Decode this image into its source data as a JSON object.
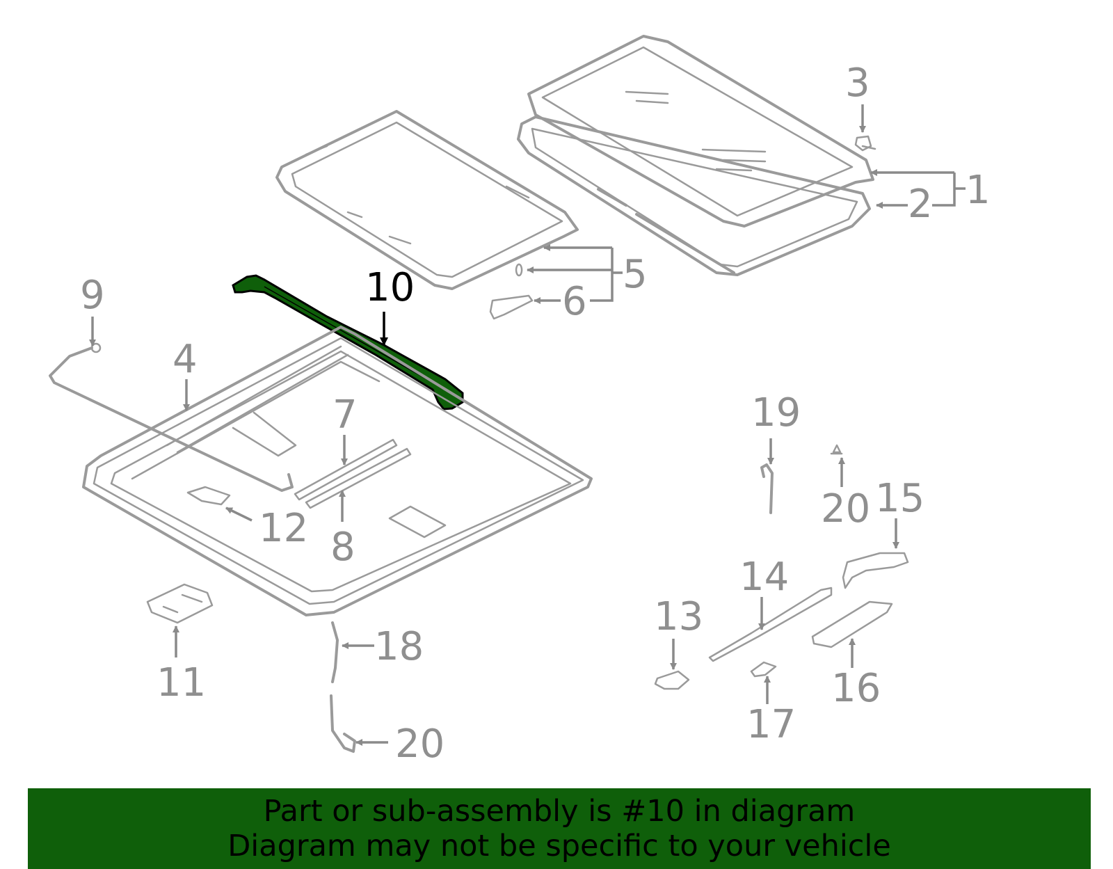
{
  "colors": {
    "part_stroke": "#9a9a9a",
    "highlight_fill": "#0f5f0a",
    "banner_background": "#0f5f0a",
    "banner_text": "#000000"
  },
  "highlighted_part": "10",
  "callouts": {
    "c1": "1",
    "c2": "2",
    "c3": "3",
    "c4": "4",
    "c5": "5",
    "c6": "6",
    "c7": "7",
    "c8": "8",
    "c9": "9",
    "c10": "10",
    "c11": "11",
    "c12": "12",
    "c13": "13",
    "c14": "14",
    "c15": "15",
    "c16": "16",
    "c17": "17",
    "c18": "18",
    "c19": "19",
    "c20a": "20",
    "c20b": "20"
  },
  "banner": {
    "line1": "Part or sub-assembly is #10 in diagram",
    "line2": "Diagram may not be specific to your vehicle"
  }
}
